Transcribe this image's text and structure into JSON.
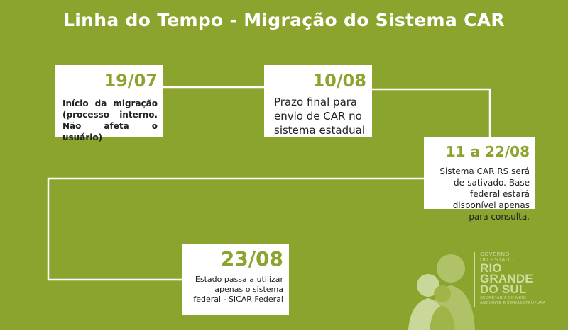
{
  "title": "Linha do Tempo - Migração do Sistema CAR",
  "colors": {
    "background": "#8ba42d",
    "card": "#ffffff",
    "accent": "#8ba42d",
    "line": "#ffffff"
  },
  "milestones": [
    {
      "date": "19/07",
      "text": "Início da migração (processo interno. Não afeta o usuário)"
    },
    {
      "date": "10/08",
      "text": "Prazo final para envio de CAR no sistema estadual"
    },
    {
      "date": "11 a 22/08",
      "text": "Sistema CAR RS será de-sativado. Base federal estará disponível apenas para consulta."
    },
    {
      "date": "23/08",
      "text": "Estado passa a utilizar apenas o sistema federal - SiCAR Federal"
    }
  ],
  "logo": {
    "line1": "GOVERNO",
    "line2": "DO ESTADO",
    "name1": "RIO",
    "name2": "GRANDE",
    "name3": "DO SUL",
    "sub1": "SECRETARIA DO MEIO",
    "sub2": "AMBIENTE E INFRAESTRUTURA",
    "icon": "family-silhouette-icon"
  }
}
